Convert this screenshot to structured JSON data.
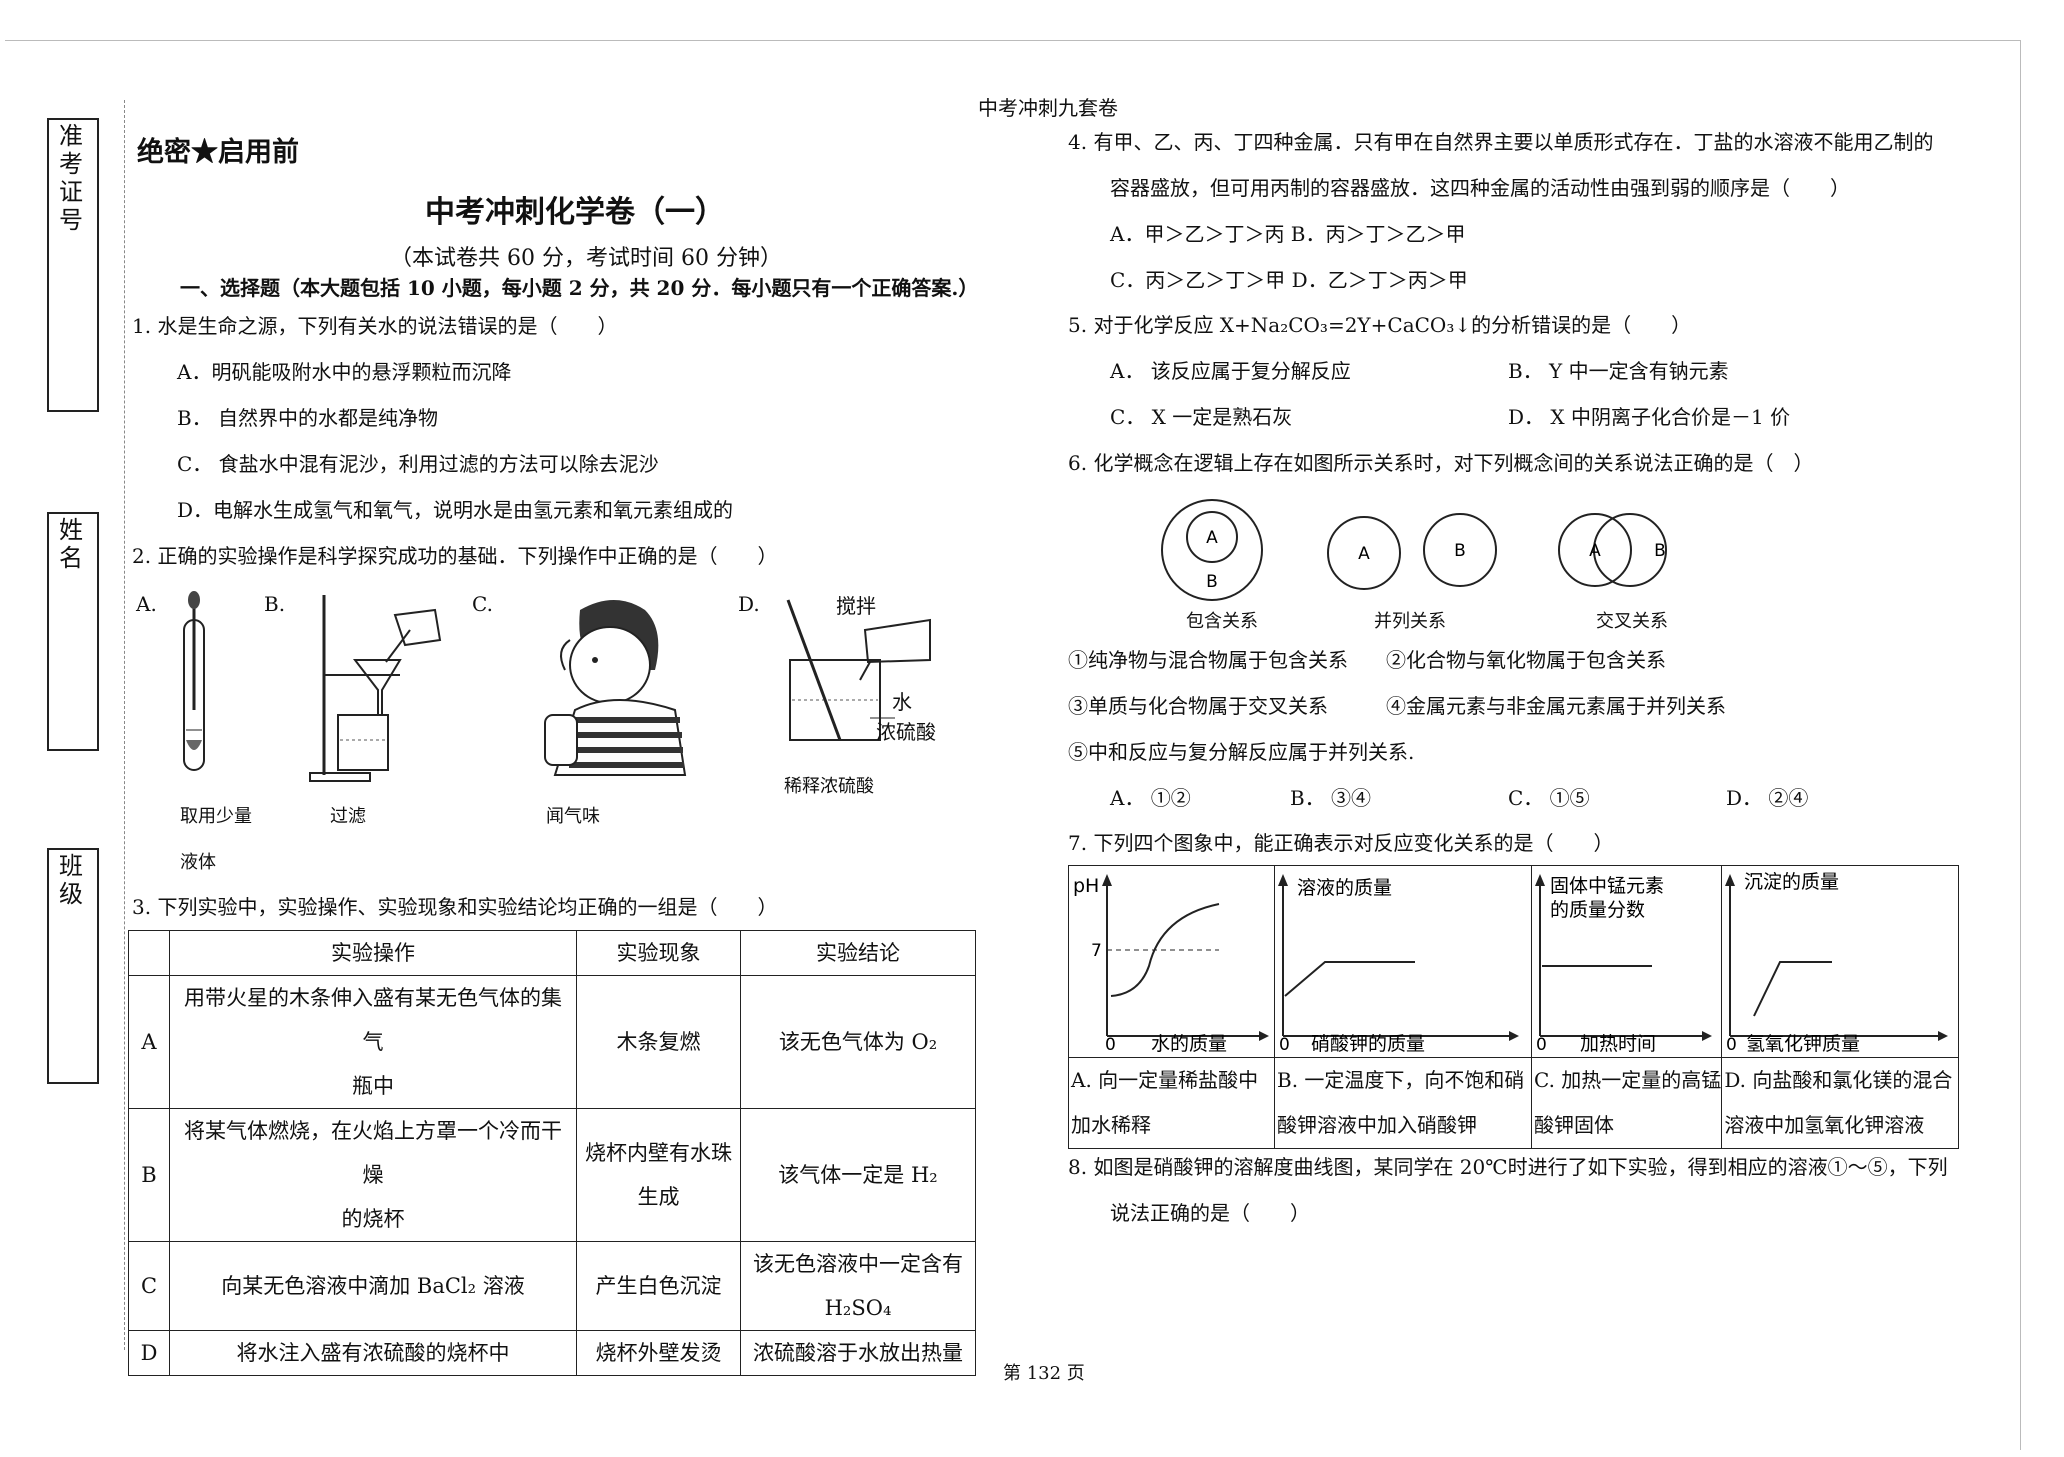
{
  "header": {
    "running_title": "中考冲刺九套卷",
    "page_number": "第 132 页"
  },
  "sidebar": {
    "exam_id_label": "准考证号",
    "name_label": "姓名",
    "class_label": "班级"
  },
  "secret_mark": "绝密★启用前",
  "title": "中考冲刺化学卷（一）",
  "subtitle": "（本试卷共 60 分，考试时间 60 分钟）",
  "section1": "一、选择题（本大题包括 10 小题，每小题 2 分，共 20 分．每小题只有一个正确答案.）",
  "q1": {
    "stem": "1. 水是生命之源，下列有关水的说法错误的是（　　）",
    "options": [
      "A．明矾能吸附水中的悬浮颗粒而沉降",
      "B． 自然界中的水都是纯净物",
      "C． 食盐水中混有泥沙，利用过滤的方法可以除去泥沙",
      "D．电解水生成氢气和氧气，说明水是由氢元素和氧元素组成的"
    ]
  },
  "q2": {
    "stem": "2. 正确的实验操作是科学探究成功的基础．下列操作中正确的是（　　）",
    "letters": [
      "A.",
      "B.",
      "C.",
      "D."
    ],
    "captions": [
      "取用少量",
      "液体",
      "过滤",
      "闻气味",
      "稀释浓硫酸"
    ],
    "labels": {
      "stir": "搅拌",
      "water": "水",
      "acid": "浓硫酸"
    }
  },
  "q3": {
    "stem": "3. 下列实验中，实验操作、实验现象和实验结论均正确的一组是（　　）",
    "headers": [
      "实验操作",
      "实验现象",
      "实验结论"
    ],
    "rows": [
      {
        "key": "A",
        "op1": "用带火星的木条伸入盛有某无色气体的集气",
        "op2": "瓶中",
        "phen1": "木条复燃",
        "phen2": "",
        "con1": "该无色气体为 O₂",
        "con2": ""
      },
      {
        "key": "B",
        "op1": "将某气体燃烧，在火焰上方罩一个冷而干燥",
        "op2": "的烧杯",
        "phen1": "烧杯内壁有水珠",
        "phen2": "生成",
        "con1": "该气体一定是 H₂",
        "con2": ""
      },
      {
        "key": "C",
        "op1": "向某无色溶液中滴加 BaCl₂ 溶液",
        "op2": "",
        "phen1": "产生白色沉淀",
        "phen2": "",
        "con1": "该无色溶液中一定含有",
        "con2": "H₂SO₄"
      },
      {
        "key": "D",
        "op1": "将水注入盛有浓硫酸的烧杯中",
        "op2": "",
        "phen1": "烧杯外壁发烫",
        "phen2": "",
        "con1": "浓硫酸溶于水放出热量",
        "con2": ""
      }
    ]
  },
  "q4": {
    "line1": "4. 有甲、乙、丙、丁四种金属．只有甲在自然界主要以单质形式存在．丁盐的水溶液不能用乙制的",
    "line2": "容器盛放，但可用丙制的容器盛放．这四种金属的活动性由强到弱的顺序是（　　）",
    "opt_ab": "A．甲＞乙＞丁＞丙  B．丙＞丁＞乙＞甲",
    "opt_cd": "C．丙＞乙＞丁＞甲  D．乙＞丁＞丙＞甲"
  },
  "q5": {
    "stem": "5. 对于化学反应 X+Na₂CO₃=2Y+CaCO₃↓的分析错误的是（　　）",
    "options": [
      "A． 该反应属于复分解反应",
      "B． Y 中一定含有钠元素",
      "C．  X 一定是熟石灰",
      "D．  X 中阴离子化合价是－1 价"
    ]
  },
  "q6": {
    "stem": "6. 化学概念在逻辑上存在如图所示关系时，对下列概念间的关系说法正确的是（　）",
    "diagram_labels": [
      "包含关系",
      "并列关系",
      "交叉关系"
    ],
    "set_letters": [
      "A",
      "B"
    ],
    "statements": [
      "①纯净物与混合物属于包含关系",
      "②化合物与氧化物属于包含关系",
      "③单质与化合物属于交叉关系",
      "④金属元素与非金属元素属于并列关系",
      "⑤中和反应与复分解反应属于并列关系."
    ],
    "options": [
      "A． ①②",
      "B． ③④",
      "C． ①⑤",
      "D． ②④"
    ]
  },
  "q7": {
    "stem": "7. 下列四个图象中，能正确表示对反应变化关系的是（　　）",
    "graphs": [
      {
        "ylabel": "pH",
        "xlabel": "水的质量",
        "origin": "0",
        "tick": "7",
        "cap1": "A. 向一定量稀盐酸中",
        "cap2": "加水稀释"
      },
      {
        "ylabel": "溶液的质量",
        "xlabel": "硝酸钾的质量",
        "origin": "0",
        "cap1": "B. 一定温度下，向不饱和硝",
        "cap2": "酸钾溶液中加入硝酸钾"
      },
      {
        "ylabel1": "固体中锰元素",
        "ylabel2": "的质量分数",
        "xlabel": "加热时间",
        "origin": "0",
        "cap1": "C. 加热一定量的高锰",
        "cap2": "酸钾固体"
      },
      {
        "ylabel": "沉淀的质量",
        "xlabel": "氢氧化钾质量",
        "origin": "0",
        "cap1": "D. 向盐酸和氯化镁的混合",
        "cap2": "溶液中加氢氧化钾溶液"
      }
    ]
  },
  "q8": {
    "line1": "8. 如图是硝酸钾的溶解度曲线图，某同学在 20℃时进行了如下实验，得到相应的溶液①～⑤，下列",
    "line2": "说法正确的是（　　）"
  }
}
